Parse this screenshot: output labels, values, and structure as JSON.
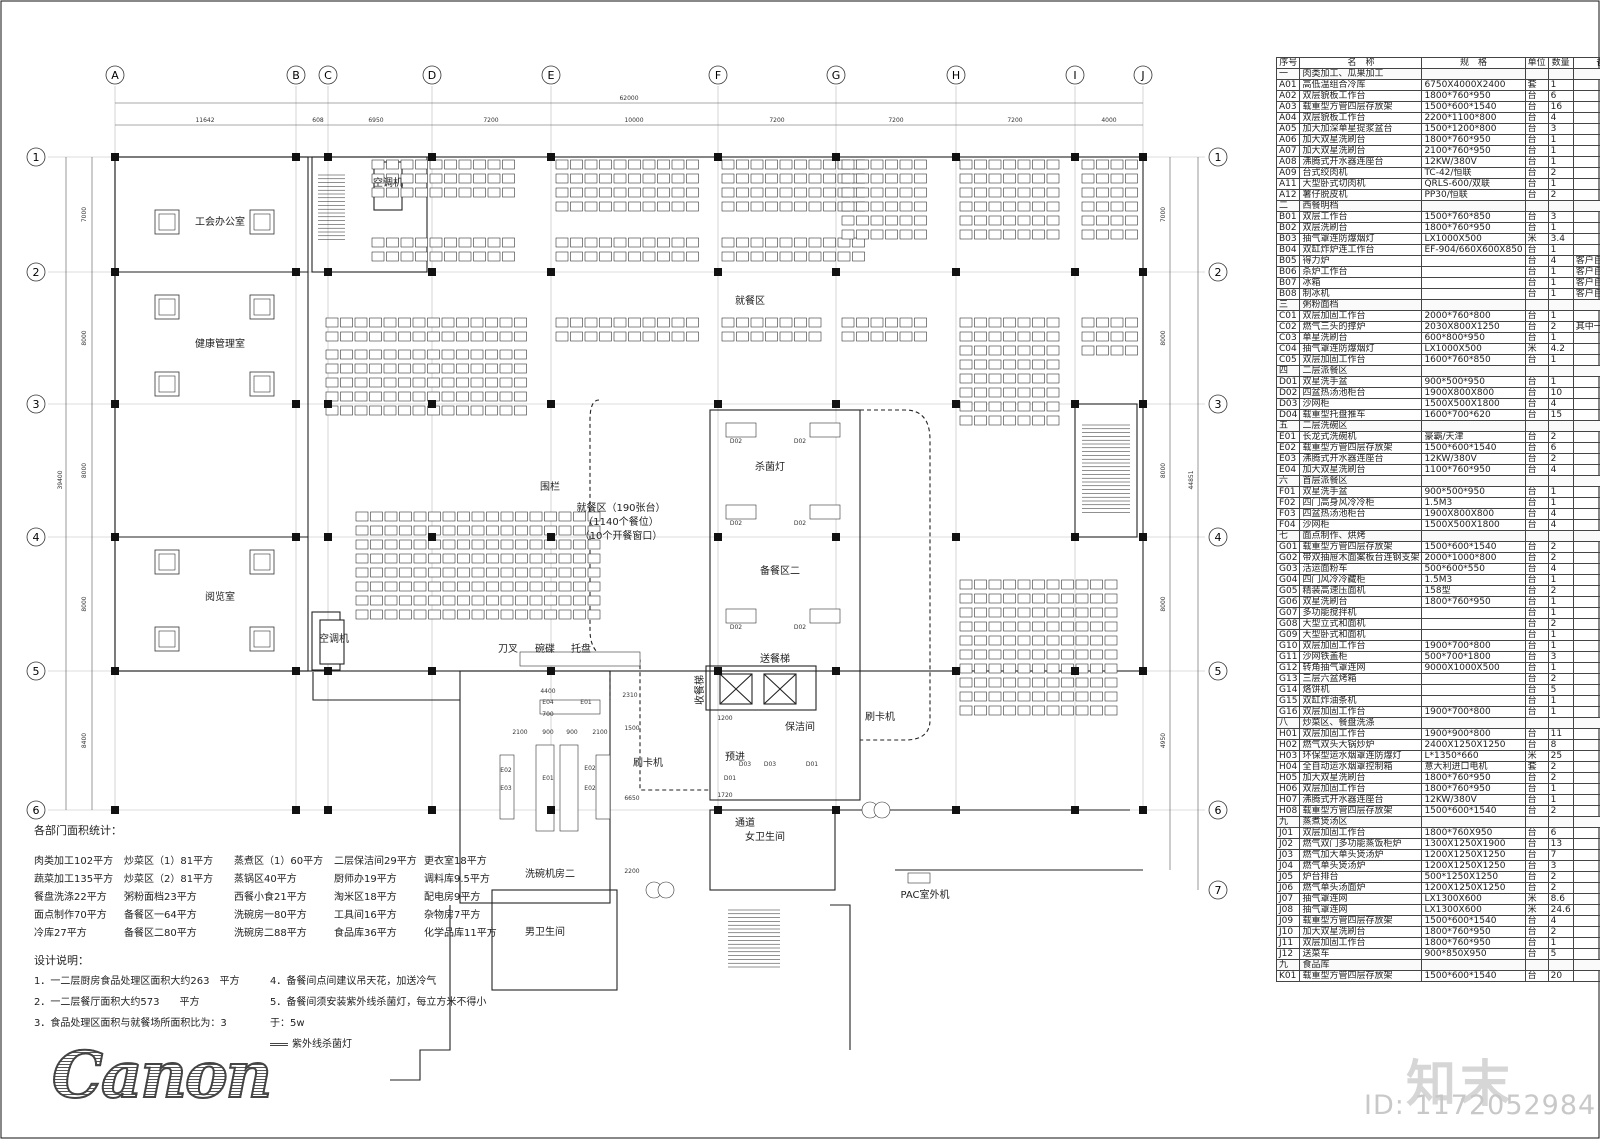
{
  "plan": {
    "axes_letters": [
      "A",
      "B",
      "C",
      "D",
      "E",
      "F",
      "G",
      "H",
      "I",
      "J"
    ],
    "axes_numbers": [
      "1",
      "2",
      "3",
      "4",
      "5",
      "6",
      "7"
    ],
    "overall_dim": "62000",
    "top_dims": [
      "11642",
      "608",
      "6950",
      "7200",
      "10000",
      "7200",
      "7200",
      "7200",
      "4000"
    ],
    "right_dims": [
      "7000",
      "8000",
      "8000",
      "8000",
      "4950"
    ],
    "left_dims": [
      "7000",
      "8000",
      "8000",
      "8000",
      "8400"
    ],
    "left_total": "39400",
    "right_total": "44851",
    "rooms": {
      "union_office": "工会办公室",
      "health_room": "健康管理室",
      "reading_room": "阅览室",
      "ac1": "空调机",
      "ac2": "空调机",
      "dining": "就餐区",
      "dining_info_1": "就餐区（190张台）",
      "dining_info_2": "（1140个餐位）",
      "dining_info_3": "（10个开餐窗口）",
      "fence": "围栏",
      "sterilize_lamp": "杀菌灯",
      "prep2": "备餐区二",
      "food_lift": "送餐梯",
      "return_lift": "收餐梯",
      "cleaning": "保洁间",
      "pre_entry": "预进",
      "card1": "刷卡机",
      "card2": "刷卡机",
      "passage": "通道",
      "women_wc": "女卫生间",
      "men_wc": "男卫生间",
      "dish_room2": "洗碗机房二",
      "pac": "PAC室外机",
      "knife_fork": "刀叉",
      "bowl": "碗碟",
      "tray": "托盘"
    },
    "kitchen_dims": [
      "4400",
      "700",
      "2100",
      "900",
      "900",
      "2100",
      "1500",
      "2310",
      "6650",
      "2200",
      "1720",
      "1200"
    ],
    "kitchen_codes": [
      "E04",
      "E02",
      "E03",
      "E01",
      "E02",
      "E02",
      "E01",
      "D02",
      "D02",
      "D02",
      "D02",
      "D02",
      "D02",
      "D03",
      "D03",
      "D01",
      "D01"
    ]
  },
  "stats": {
    "title": "各部门面积统计：",
    "rows": [
      [
        "肉类加工102平方",
        "炒菜区（1）81平方",
        "蒸煮区（1）60平方",
        "二层保洁间29平方",
        "更衣室18平方"
      ],
      [
        "蔬菜加工135平方",
        "炒菜区（2）81平方",
        "蒸锅区40平方",
        "厨师办19平方",
        "调料库9.5平方"
      ],
      [
        "餐盘洗涤22平方",
        "粥粉面档23平方",
        "西餐小食21平方",
        "淘米区18平方",
        "配电房9平方"
      ],
      [
        "面点制作70平方",
        "备餐区一64平方",
        "洗碗房一80平方",
        "工具间16平方",
        "杂物房7平方"
      ],
      [
        "冷库27平方",
        "备餐区二80平方",
        "洗碗房二88平方",
        "食品库36平方",
        "化学品库11平方"
      ]
    ]
  },
  "notes": {
    "title": "设计说明：",
    "n1": "1．一二层厨房食品处理区面积大约263　平方",
    "n2": "2．一二层餐厅面积大约573　　平方",
    "n3": "3．食品处理区面积与就餐场所面积比为：3",
    "n4": "4．备餐间点间建议吊天花，加送冷气",
    "n5": "5．备餐间须安装紫外线杀菌灯，每立方米不得小于：5w",
    "legend": "紫外线杀菌灯"
  },
  "equipment": {
    "headers": [
      "序号",
      "名　称",
      "规　格",
      "单位",
      "数量",
      "备　注"
    ],
    "rows": [
      [
        "一",
        "肉类加工、瓜果加工",
        "",
        "",
        "",
        ""
      ],
      [
        "A01",
        "高低温组合冷库",
        "6750X4000X2400",
        "套",
        "1",
        ""
      ],
      [
        "A02",
        "双层貌板工作台",
        "1800*760*950",
        "台",
        "6",
        ""
      ],
      [
        "A03",
        "载重型方管四层存放架",
        "1500*600*1540",
        "台",
        "16",
        ""
      ],
      [
        "A04",
        "双层貌板工作台",
        "2200*1100*800",
        "台",
        "4",
        ""
      ],
      [
        "A05",
        "加大加深单星提浆盆台",
        "1500*1200*800",
        "台",
        "3",
        ""
      ],
      [
        "A06",
        "加大双星洗刷台",
        "1800*760*950",
        "台",
        "1",
        ""
      ],
      [
        "A07",
        "加大双星洗刷台",
        "2100*760*950",
        "台",
        "1",
        ""
      ],
      [
        "A08",
        "沸腾式开水器连座台",
        "12KW/380V",
        "台",
        "1",
        ""
      ],
      [
        "A09",
        "台式绞肉机",
        "TC-42/恒联",
        "台",
        "2",
        ""
      ],
      [
        "A11",
        "大型卧式切肉机",
        "QRLS-600/双联",
        "台",
        "1",
        ""
      ],
      [
        "A12",
        "薯仔脱皮机",
        "PP30/恒联",
        "台",
        "2",
        ""
      ],
      [
        "二",
        "西餐明档",
        "",
        "",
        "",
        ""
      ],
      [
        "B01",
        "双层工作台",
        "1500*760*850",
        "台",
        "3",
        ""
      ],
      [
        "B02",
        "双层洗刷台",
        "1800*760*950",
        "台",
        "1",
        ""
      ],
      [
        "B03",
        "抽气罩连防爆烟灯",
        "LX1000X500",
        "米",
        "3.4",
        ""
      ],
      [
        "B04",
        "双缸炸炉连工作台",
        "EF-904/660X600X850",
        "台",
        "1",
        ""
      ],
      [
        "B05",
        "得力炉",
        "",
        "台",
        "4",
        "客户自备"
      ],
      [
        "B06",
        "杀炉工作台",
        "",
        "台",
        "1",
        "客户自备"
      ],
      [
        "B07",
        "冰箱",
        "",
        "台",
        "1",
        "客户自备"
      ],
      [
        "B08",
        "制冰机",
        "",
        "台",
        "1",
        "客户自备"
      ],
      [
        "三",
        "粥粉面档",
        "",
        "",
        "",
        ""
      ],
      [
        "C01",
        "双层加固工作台",
        "2000*760*800",
        "台",
        "1",
        ""
      ],
      [
        "C02",
        "燃气三头的撑炉",
        "2030X800X1250",
        "台",
        "2",
        "其中一台配P厨柜"
      ],
      [
        "C03",
        "单星洗刷台",
        "600*800*950",
        "台",
        "1",
        ""
      ],
      [
        "C04",
        "抽气罩连防爆烟灯",
        "LX1000X500",
        "米",
        "4.2",
        ""
      ],
      [
        "C05",
        "双层加固工作台",
        "1600*760*850",
        "台",
        "1",
        ""
      ],
      [
        "四",
        "二层派餐区",
        "",
        "",
        "",
        ""
      ],
      [
        "D01",
        "双星洗手盆",
        "900*500*950",
        "台",
        "1",
        ""
      ],
      [
        "D02",
        "四盆热汤池柜台",
        "1900X800X800",
        "台",
        "10",
        ""
      ],
      [
        "D03",
        "沙网柜",
        "1500X500X1800",
        "台",
        "4",
        ""
      ],
      [
        "D04",
        "载重型托盘推车",
        "1600*700*620",
        "台",
        "15",
        ""
      ],
      [
        "五",
        "二层洗碗区",
        "",
        "",
        "",
        ""
      ],
      [
        "E01",
        "长龙式洗碗机",
        "豪霸/天津",
        "台",
        "2",
        ""
      ],
      [
        "E02",
        "载重型方管四层存放架",
        "1500*600*1540",
        "台",
        "6",
        ""
      ],
      [
        "E03",
        "沸腾式开水器连座台",
        "12KW/380V",
        "台",
        "2",
        ""
      ],
      [
        "E04",
        "加大双星洗刷台",
        "1100*760*950",
        "台",
        "4",
        ""
      ],
      [
        "六",
        "首层派餐区",
        "",
        "",
        "",
        ""
      ],
      [
        "F01",
        "双星洗手盆",
        "900*500*950",
        "台",
        "1",
        ""
      ],
      [
        "F02",
        "四门高身风冷冷柜",
        "1.5M3",
        "台",
        "1",
        ""
      ],
      [
        "F03",
        "四盆热汤池柜台",
        "1900X800X800",
        "台",
        "4",
        ""
      ],
      [
        "F04",
        "沙网柜",
        "1500X500X1800",
        "台",
        "4",
        ""
      ],
      [
        "七",
        "面点制作、烘烤",
        "",
        "",
        "",
        ""
      ],
      [
        "G01",
        "载重型方管四层存放架",
        "1500*600*1540",
        "台",
        "2",
        ""
      ],
      [
        "G02",
        "带双抽屉木面案板台连钢支架",
        "2000*1000*800",
        "台",
        "2",
        ""
      ],
      [
        "G03",
        "活运面粉车",
        "500*600*550",
        "台",
        "4",
        ""
      ],
      [
        "G04",
        "四门风冷冷藏柜",
        "1.5M3",
        "台",
        "1",
        ""
      ],
      [
        "G05",
        "精装高速压面机",
        "158型",
        "台",
        "2",
        ""
      ],
      [
        "G06",
        "双星洗刷台",
        "1800*760*950",
        "台",
        "1",
        ""
      ],
      [
        "G07",
        "多功能搅拌机",
        "",
        "台",
        "1",
        ""
      ],
      [
        "G08",
        "大型立式和面机",
        "",
        "台",
        "2",
        ""
      ],
      [
        "G09",
        "大型卧式和面机",
        "",
        "台",
        "1",
        ""
      ],
      [
        "G10",
        "双层加固工作台",
        "1900*700*800",
        "台",
        "1",
        ""
      ],
      [
        "G11",
        "沙网铁盖柜",
        "500*700*1800",
        "台",
        "3",
        ""
      ],
      [
        "G12",
        "转角抽气罩连网",
        "9000X1000X500",
        "台",
        "1",
        ""
      ],
      [
        "G13",
        "三层六盆烤箱",
        "",
        "台",
        "2",
        ""
      ],
      [
        "G14",
        "烙饼机",
        "",
        "台",
        "5",
        ""
      ],
      [
        "G15",
        "双缸炸油条机",
        "",
        "台",
        "1",
        ""
      ],
      [
        "G16",
        "双层加固工作台",
        "1900*700*800",
        "台",
        "1",
        ""
      ],
      [
        "八",
        "炒菜区、餐盘洗涤",
        "",
        "",
        "",
        ""
      ],
      [
        "H01",
        "双层加固工作台",
        "1900*900*800",
        "台",
        "11",
        ""
      ],
      [
        "H02",
        "燃气双头大锅炒炉",
        "2400X1250X1250",
        "台",
        "8",
        ""
      ],
      [
        "H03",
        "环保型运水烟罩连防爆灯",
        "L*1350*660",
        "米",
        "25",
        ""
      ],
      [
        "H04",
        "全自动运水烟罩控制箱",
        "意大利进口电机",
        "套",
        "2",
        ""
      ],
      [
        "H05",
        "加大双星洗刷台",
        "1800*760*950",
        "台",
        "2",
        ""
      ],
      [
        "H06",
        "双层加固工作台",
        "1800*760*950",
        "台",
        "1",
        ""
      ],
      [
        "H07",
        "沸腾式开水器连座台",
        "12KW/380V",
        "台",
        "1",
        ""
      ],
      [
        "H08",
        "载重型方管四层存放架",
        "1500*600*1540",
        "台",
        "2",
        ""
      ],
      [
        "九",
        "蒸煮煲汤区",
        "",
        "",
        "",
        ""
      ],
      [
        "J01",
        "双层加固工作台",
        "1800*760X950",
        "台",
        "6",
        ""
      ],
      [
        "J02",
        "燃气双门多功能蒸饭柜炉",
        "1300X1250X1900",
        "台",
        "13",
        ""
      ],
      [
        "J03",
        "燃气加大单头煲汤炉",
        "1200X1250X1250",
        "台",
        "7",
        ""
      ],
      [
        "J04",
        "燃气单头煲汤炉",
        "1200X1250X1250",
        "台",
        "3",
        ""
      ],
      [
        "J05",
        "炉台排台",
        "500*1250X1250",
        "台",
        "2",
        ""
      ],
      [
        "J06",
        "燃气单头汤面炉",
        "1200X1250X1250",
        "台",
        "2",
        ""
      ],
      [
        "J07",
        "抽气罩连网",
        "LX1300X600",
        "米",
        "8.6",
        ""
      ],
      [
        "J08",
        "抽气罩连网",
        "LX1300X600",
        "米",
        "24.6",
        ""
      ],
      [
        "J09",
        "载重型方管四层存放架",
        "1500*600*1540",
        "台",
        "4",
        ""
      ],
      [
        "J10",
        "加大双星洗刷台",
        "1800*760*950",
        "台",
        "2",
        ""
      ],
      [
        "J11",
        "双层加固工作台",
        "1800*760*950",
        "台",
        "1",
        ""
      ],
      [
        "J12",
        "送菜车",
        "900*850X950",
        "台",
        "5",
        ""
      ],
      [
        "九",
        "食品库",
        "",
        "",
        "",
        ""
      ],
      [
        "K01",
        "载重型方管四层存放架",
        "1500*600*1540",
        "台",
        "20",
        ""
      ]
    ]
  },
  "watermark": {
    "logo": "Canon",
    "brand": "知末",
    "id": "ID: 1172052984"
  }
}
